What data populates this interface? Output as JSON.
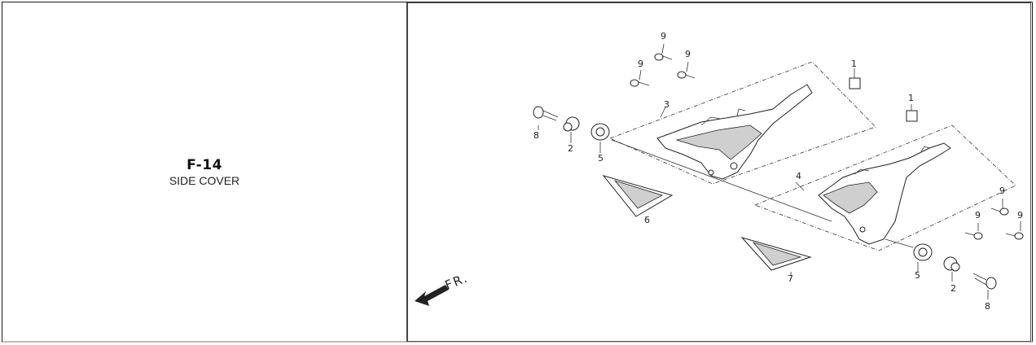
{
  "section": {
    "code": "F-14",
    "name": "SIDE COVER"
  },
  "diagram": {
    "direction_label": "FR.",
    "callouts": [
      "1",
      "1",
      "2",
      "2",
      "3",
      "4",
      "5",
      "5",
      "6",
      "7",
      "8",
      "8",
      "9",
      "9",
      "9",
      "9",
      "9",
      "9"
    ]
  }
}
